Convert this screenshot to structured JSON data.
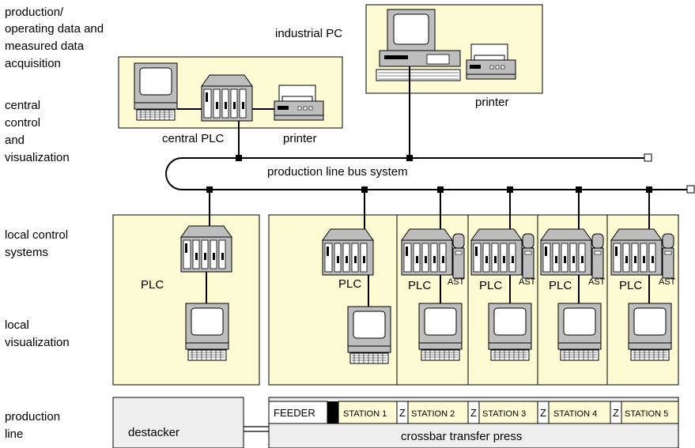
{
  "levels": {
    "production_data": [
      "production/",
      "operating data and",
      "measured data",
      "acquisition"
    ],
    "central": [
      "central",
      "control",
      "and",
      "visualization"
    ],
    "local_control": [
      "local control",
      "systems"
    ],
    "local_vis": [
      "local",
      "visualization"
    ],
    "production_line": [
      "production",
      "line"
    ]
  },
  "labels": {
    "industrial_pc": "industrial PC",
    "printer_top": "printer",
    "central_plc": "central PLC",
    "printer_central": "printer",
    "bus": "production line bus system",
    "plc": "PLC",
    "ast": "AST"
  },
  "line": {
    "feeder": "FEEDER",
    "stations": [
      "STATION 1",
      "STATION 2",
      "STATION 3",
      "STATION 4",
      "STATION 5"
    ],
    "z": "Z",
    "destacker": "destacker",
    "press": "crossbar transfer press"
  },
  "colors": {
    "panel": "#fdfbd3",
    "device": "#bdbdbd",
    "stroke": "#000000"
  }
}
